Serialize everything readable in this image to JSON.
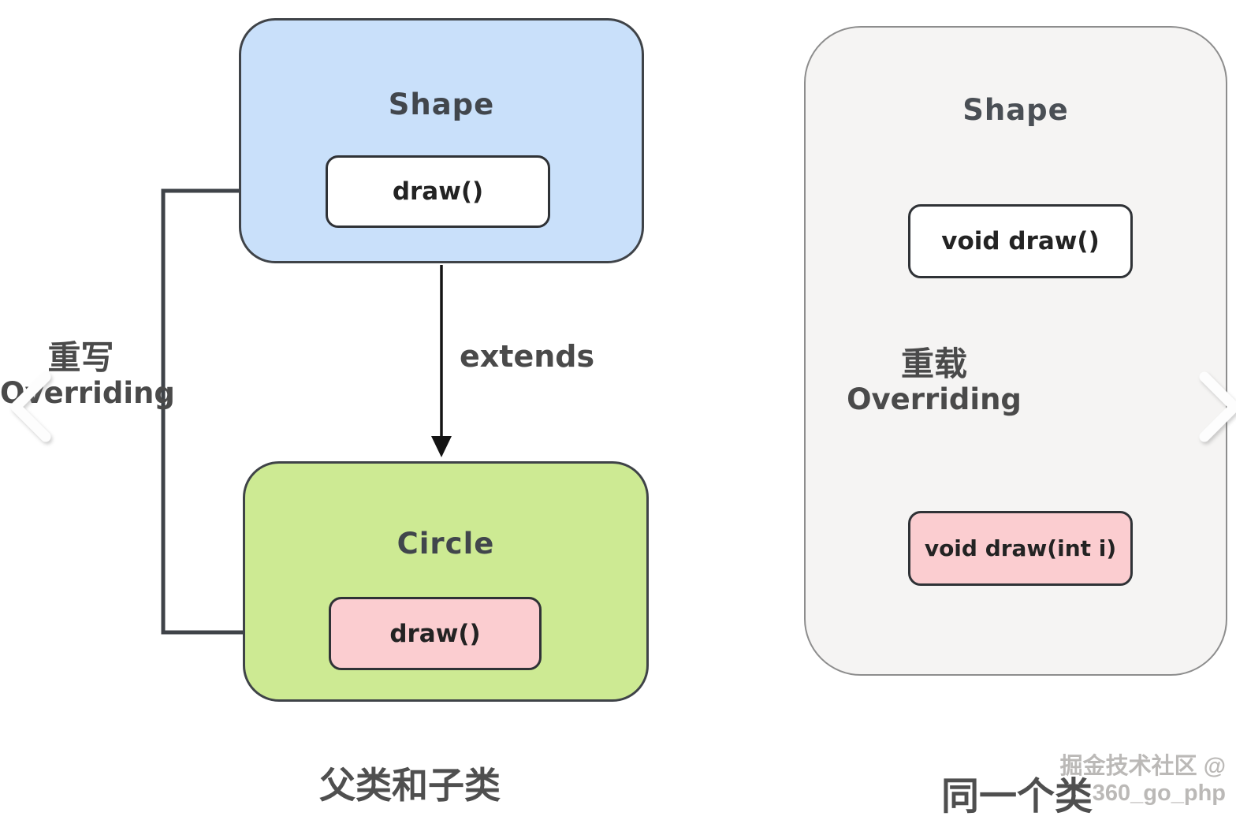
{
  "diagram": {
    "left": {
      "parent": {
        "title": "Shape",
        "method": "draw()"
      },
      "child": {
        "title": "Circle",
        "method": "draw()"
      },
      "edge_label": "extends",
      "relation": {
        "zh": "重写",
        "en": "Overriding"
      },
      "caption": "父类和子类"
    },
    "right": {
      "class_title": "Shape",
      "method_top": "void draw()",
      "method_bottom": "void draw(int i)",
      "relation": {
        "zh": "重载",
        "en": "Overriding"
      },
      "caption": "同一个类"
    },
    "watermark": "掘金技术社区 @ 360_go_php"
  },
  "nav": {
    "prev_icon": "chevron-left",
    "next_icon": "chevron-right"
  },
  "colors": {
    "parent_fill": "#c9e0fa",
    "child_fill": "#cdea93",
    "highlight_method_fill": "#fbcdd0",
    "panel_fill": "#f5f4f3",
    "box_border": "#3f4348",
    "panel_border": "#8d8d8d",
    "text": "#4a4a4a",
    "watermark_text": "#bbb9b7"
  }
}
